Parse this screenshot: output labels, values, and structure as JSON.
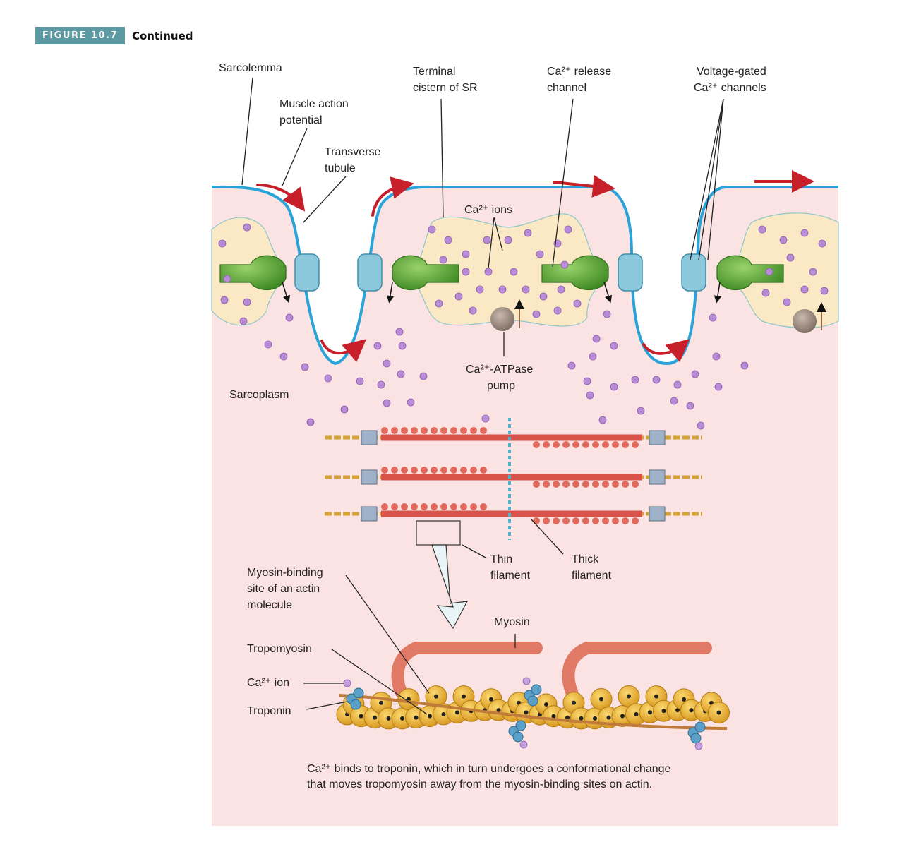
{
  "figure": {
    "tag": "FIGURE 10.7",
    "continued": "Continued"
  },
  "labels": {
    "sarcolemma": "Sarcolemma",
    "action_potential": [
      "Muscle action",
      "potential"
    ],
    "t_tubule": [
      "Transverse",
      "tubule"
    ],
    "terminal_cistern": [
      "Terminal",
      "cistern of SR"
    ],
    "release_channel": [
      "Ca²⁺ release",
      "channel"
    ],
    "voltage_channels": [
      "Voltage-gated",
      "Ca²⁺ channels"
    ],
    "ca_ions": "Ca²⁺ ions",
    "atpase": [
      "Ca²⁺-ATPase",
      "pump"
    ],
    "sarcoplasm": "Sarcoplasm",
    "thin": [
      "Thin",
      "filament"
    ],
    "thick": [
      "Thick",
      "filament"
    ],
    "binding_site": [
      "Myosin-binding",
      "site of an actin",
      "molecule"
    ],
    "myosin": "Myosin",
    "tropomyosin": "Tropomyosin",
    "ca_ion": "Ca²⁺ ion",
    "troponin": "Troponin"
  },
  "caption": [
    "Ca²⁺ binds to troponin, which in turn undergoes a conformational change",
    "that moves tropomyosin away from the myosin-binding sites on actin."
  ],
  "colors": {
    "sarcoplasm": "#fbe3e3",
    "membrane": "#2aa3d8",
    "sr": "#fbe8c4",
    "ion": "#b98ad6",
    "arrow": "#c8202a",
    "channel_green": "#5ca83a",
    "channel_blue": "#8cc8dc",
    "actin": "#e9b33a",
    "myosin": "#e07a66"
  }
}
